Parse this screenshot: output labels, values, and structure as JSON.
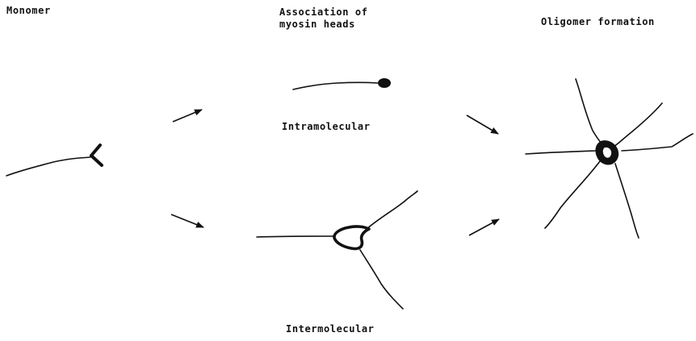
{
  "diagram": {
    "stages": {
      "monomer": "Monomer",
      "association_line1": "Association of",
      "association_line2": "myosin heads",
      "oligomer": "Oligomer formation"
    },
    "pathways": {
      "intramolecular": "Intramolecular",
      "intermolecular": "Intermolecular"
    },
    "colors": {
      "ink": "#111111",
      "background": "#ffffff"
    }
  }
}
